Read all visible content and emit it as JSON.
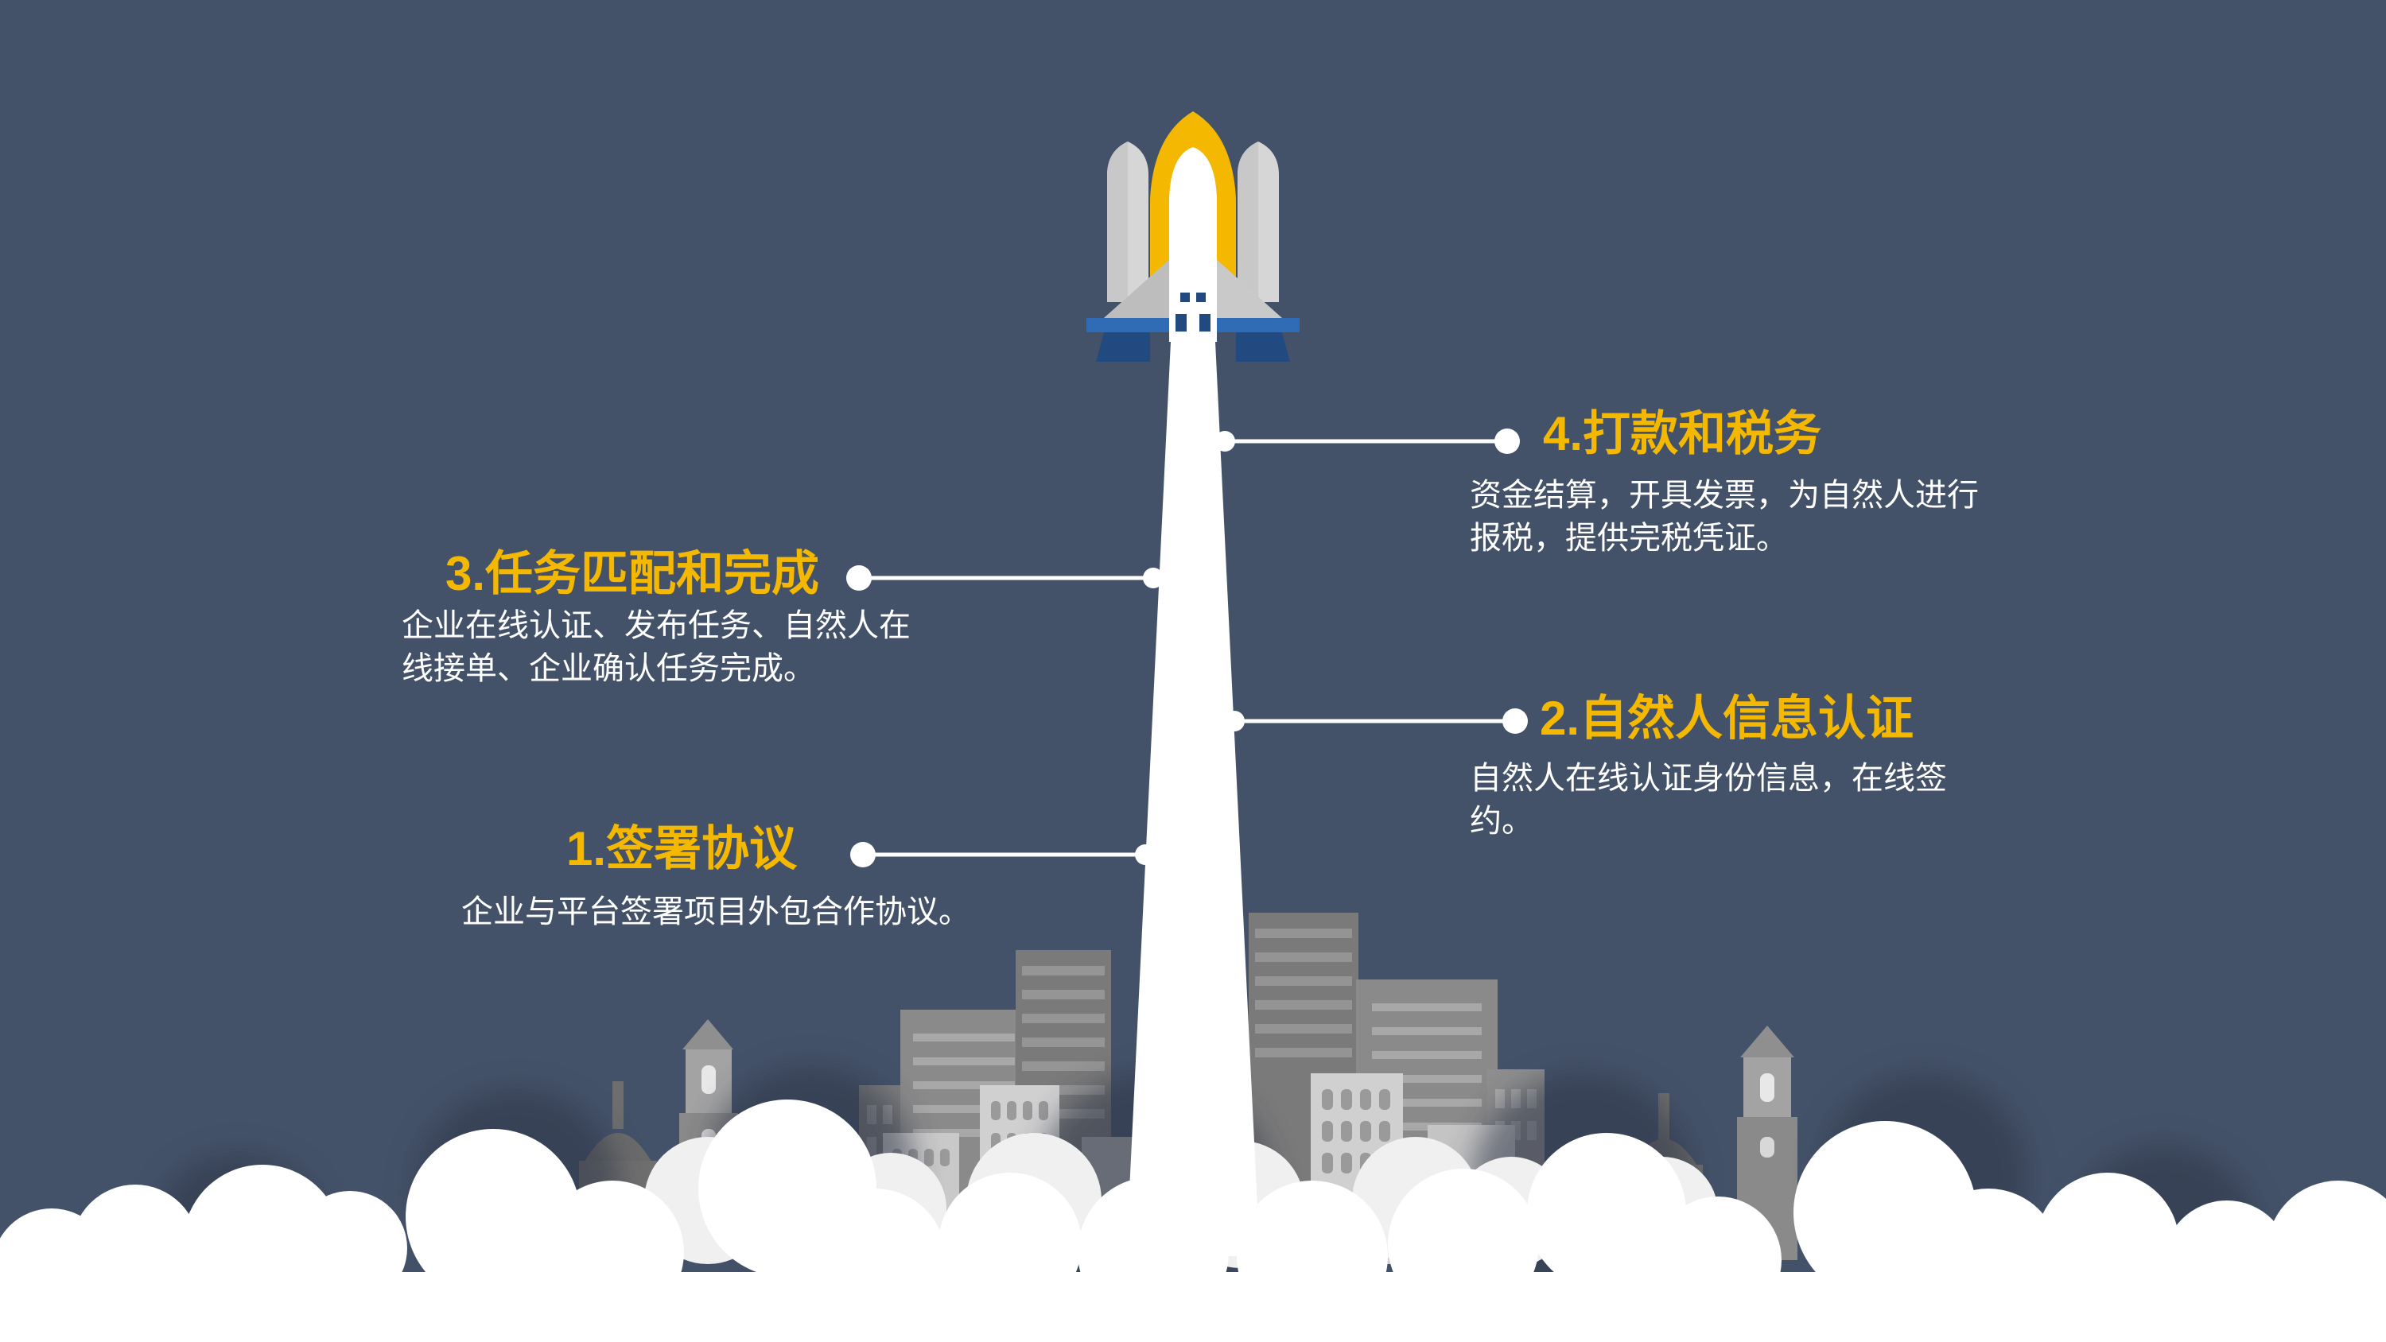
{
  "colors": {
    "background": "#445269",
    "title": "#F5B800",
    "text": "#FFFFFF",
    "rocket_accent": "#F5B800",
    "rocket_blue": "#2F6CB5",
    "building_gray": "#8C8C8C"
  },
  "steps": [
    {
      "title": "1.签署协议",
      "desc": "企业与平台签署项目外包合作协议。"
    },
    {
      "title": "2.自然人信息认证",
      "desc": "自然人在线认证身份信息，在线签约。"
    },
    {
      "title": "3.任务匹配和完成",
      "desc": "企业在线认证、发布任务、自然人在线接单、企业确认任务完成。"
    },
    {
      "title": "4.打款和税务",
      "desc": "资金结算，开具发票，为自然人进行报税，提供完税凭证。"
    }
  ]
}
